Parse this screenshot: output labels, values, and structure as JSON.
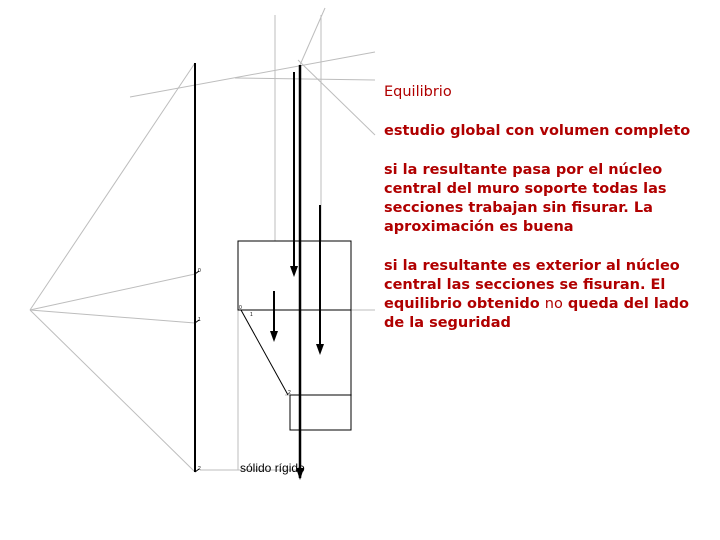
{
  "slide": {
    "title": "Equilibrio",
    "para1": "estudio global con volumen completo",
    "para2": "si la resultante pasa por el núcleo central del muro soporte todas las secciones trabajan sin fisurar. La aproximación es buena",
    "para3_part1": "si la resultante es exterior al núcleo central las secciones se fisuran. El equilibrio obtenido",
    "para3_part2": "no",
    "para3_part3": "queda del lado de la seguridad"
  },
  "diagram": {
    "caption": "sólido rígido",
    "funicular_labels": [
      "0",
      "1",
      "2"
    ],
    "section_labels": [
      "0",
      "1",
      "2"
    ]
  },
  "colors": {
    "text": "#b00000",
    "construction": "#bbbbbb",
    "structure": "#000000"
  }
}
